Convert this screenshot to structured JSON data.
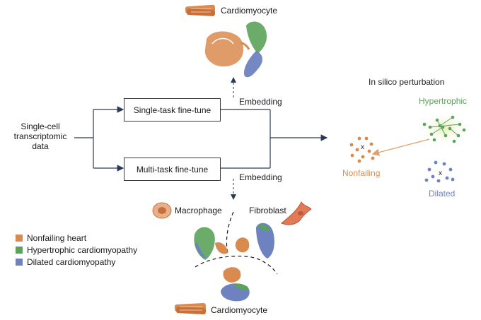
{
  "input": {
    "line1": "Single-cell",
    "line2": "transcriptomic",
    "line3": "data"
  },
  "boxes": {
    "single": "Single-task fine-tune",
    "multi": "Multi-task fine-tune"
  },
  "embedding": {
    "top": "Embedding",
    "bottom": "Embedding"
  },
  "cardio_top": "Cardiomyocyte",
  "cardio_bottom": "Cardiomyocyte",
  "macrophage": "Macrophage",
  "fibroblast": "Fibroblast",
  "perturbation": {
    "title": "In silico perturbation",
    "hypertrophic": "Hypertrophic",
    "nonfailing": "Nonfailing",
    "dilated": "Dilated",
    "marker": "x"
  },
  "legend": [
    {
      "label": "Nonfailing heart",
      "color": "#d98a4e"
    },
    {
      "label": "Hypertrophic cardiomyopathy",
      "color": "#5ba35a"
    },
    {
      "label": "Dilated cardiomyopathy",
      "color": "#6e82c0"
    }
  ],
  "colors": {
    "orange": "#d98a4e",
    "green": "#5ba35a",
    "blue": "#6e82c0",
    "line": "#2b3a55",
    "arrow_orange": "#e0a070"
  }
}
